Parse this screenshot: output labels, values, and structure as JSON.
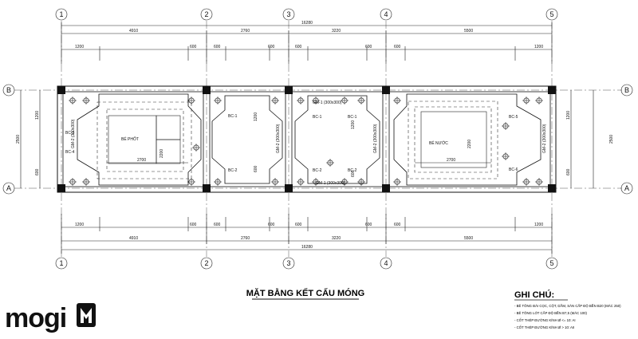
{
  "axes": {
    "vertical": [
      "1",
      "2",
      "3",
      "4",
      "5"
    ],
    "horizontal": [
      "B",
      "A"
    ]
  },
  "dimensions": {
    "total_length": "16280",
    "spans": [
      "4910",
      "2760",
      "3220",
      "5500"
    ],
    "top_segments": [
      "1200",
      "600",
      "600",
      "600",
      "600",
      "600",
      "600"
    ],
    "side": [
      "2500",
      "1200",
      "600"
    ],
    "inner": [
      "2700",
      "2700",
      "1200",
      "2200",
      "2200"
    ]
  },
  "labels": {
    "septic_tank": "BỂ PHỐT",
    "water_tank": "BỂ NƯỚC",
    "pile_caps": [
      "BC-1",
      "BC-2",
      "BC-3",
      "BC-4",
      "BC-5",
      "BC-6"
    ],
    "beam_h": "GM-1 (300x300)",
    "beam_v": "GM-2 (300x300)"
  },
  "title": "MẶT BẰNG KẾT CẤU MÓNG",
  "notes": {
    "heading": "GHI CHÚ:",
    "lines": [
      "- BÊ TÔNG ĐÀI CỌC, CỘT, DẦM, SÀN CẤP ĐỘ BỀN B20 (MÁC 250)",
      "- BÊ TÔNG LÓT CẤP ĐỘ BỀN B7,5 (MÁC 100)",
      "- CỐT THÉP ĐƯỜNG KÍNH Ø <= 10: AI",
      "- CỐT THÉP ĐƯỜNG KÍNH Ø > 10: AII"
    ]
  },
  "brand": {
    "name": "mogi",
    "mark": "M"
  }
}
